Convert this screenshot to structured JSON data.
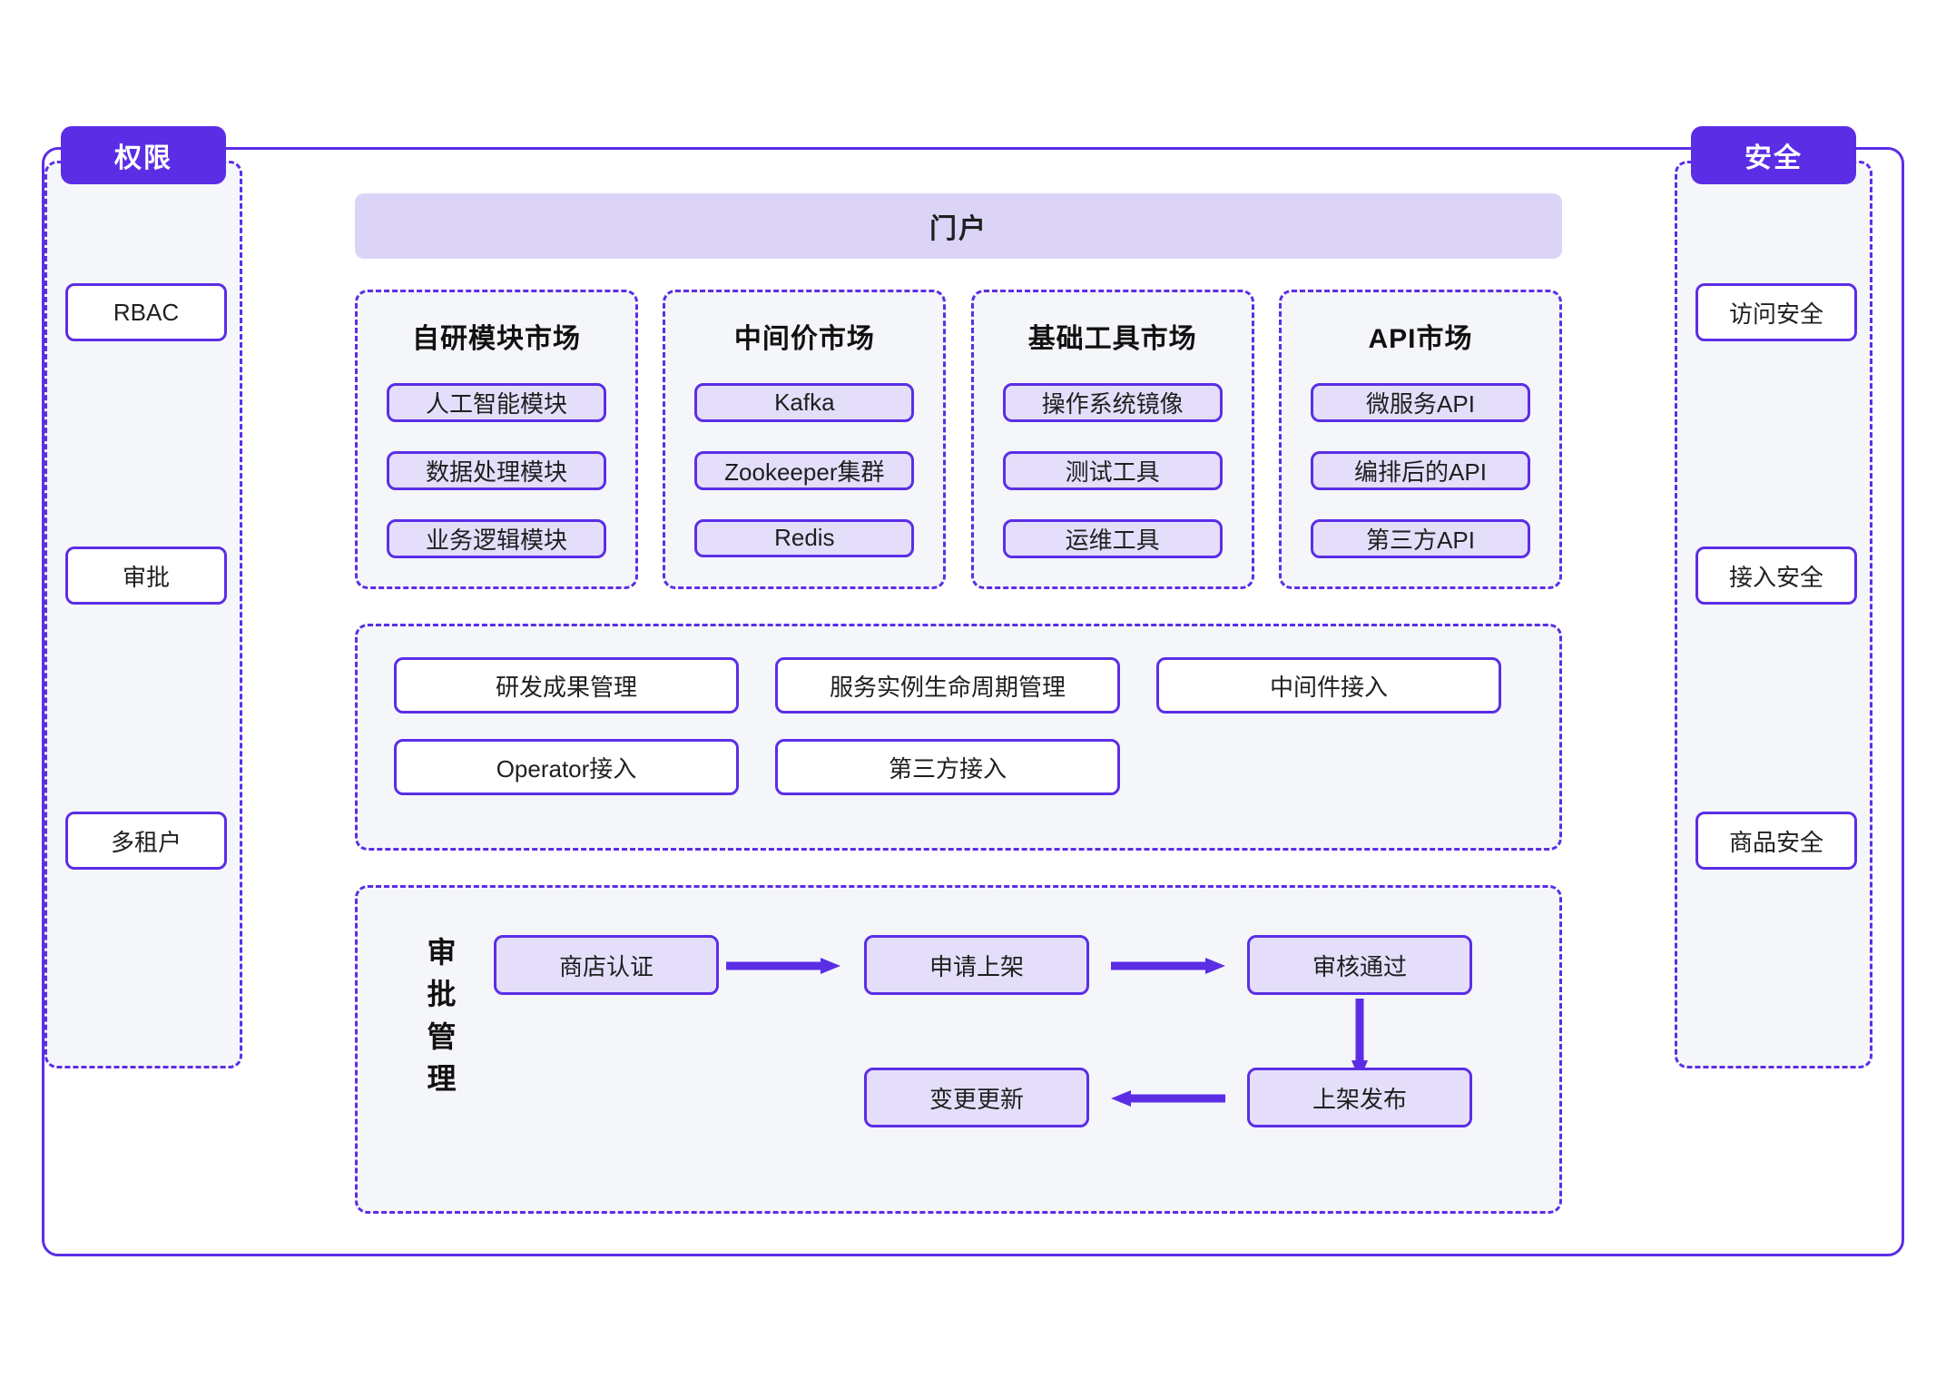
{
  "diagram": {
    "portal": {
      "label": "门户"
    },
    "left_column": {
      "header": "权限",
      "items": [
        "RBAC",
        "审批",
        "多租户"
      ]
    },
    "right_column": {
      "header": "安全",
      "items": [
        "访问安全",
        "接入安全",
        "商品安全"
      ]
    },
    "markets": [
      {
        "title": "自研模块市场",
        "items": [
          "人工智能模块",
          "数据处理模块",
          "业务逻辑模块"
        ]
      },
      {
        "title": "中间价市场",
        "items": [
          "Kafka",
          "Zookeeper集群",
          "Redis"
        ]
      },
      {
        "title": "基础工具市场",
        "items": [
          "操作系统镜像",
          "测试工具",
          "运维工具"
        ]
      },
      {
        "title": "API市场",
        "items": [
          "微服务API",
          "编排后的API",
          "第三方API"
        ]
      }
    ],
    "management": {
      "row1": [
        "研发成果管理",
        "服务实例生命周期管理",
        "中间件接入"
      ],
      "row2": [
        "Operator接入",
        "第三方接入"
      ]
    },
    "approval": {
      "label": "审批管理",
      "nodes": {
        "n1": "商店认证",
        "n2": "申请上架",
        "n3": "审核通过",
        "n4": "上架发布",
        "n5": "变更更新"
      }
    },
    "colors": {
      "accent": "#5B2EE6",
      "banner_fill": "#DCD4F7",
      "chip_fill": "#E4DEFA",
      "panel_fill": "#F5F6FA",
      "box_fill": "#FFFFFF",
      "text": "#1F1F1F"
    }
  }
}
